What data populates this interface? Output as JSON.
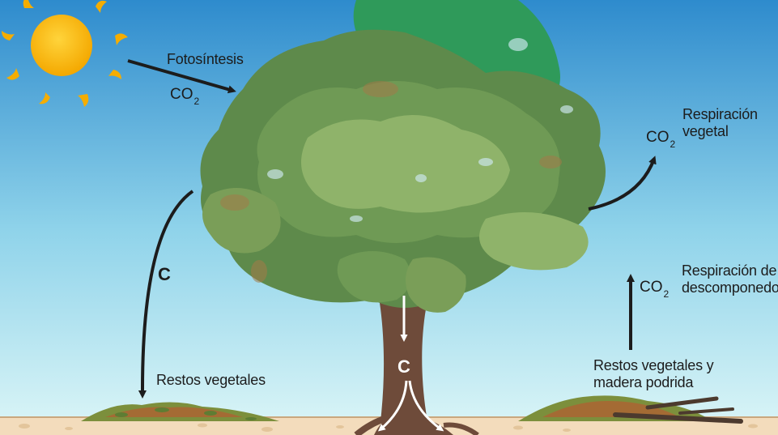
{
  "colors": {
    "sky_top": "#2f8fd0",
    "sky_bottom": "#d2f1f6",
    "ground": "#f3dcbc",
    "trunk": "#6e4b3a",
    "foliage_dark": "#4f7a45",
    "foliage_mid": "#6f9a55",
    "foliage_light": "#8fb36a",
    "foliage_top": "#2f9a5a",
    "sun": "#f7b500",
    "arrow": "#1c1c1c"
  },
  "labels": {
    "photosynthesis": "Fotosíntesis",
    "plant_respiration": "Respiración\nvegetal",
    "decomposer_respiration": "Respiración de los\ndescomponedores",
    "litter_left": "Restos vegetales",
    "litter_right": "Restos vegetales y\nmadera podrida",
    "carbon": "C",
    "carbon_trunk": "C"
  },
  "co2": {
    "base": "CO",
    "subscript": "2"
  },
  "icons": [
    "sun-icon",
    "tree-icon",
    "leaf-litter-icon",
    "rotten-wood-icon",
    "arrow-icon"
  ]
}
